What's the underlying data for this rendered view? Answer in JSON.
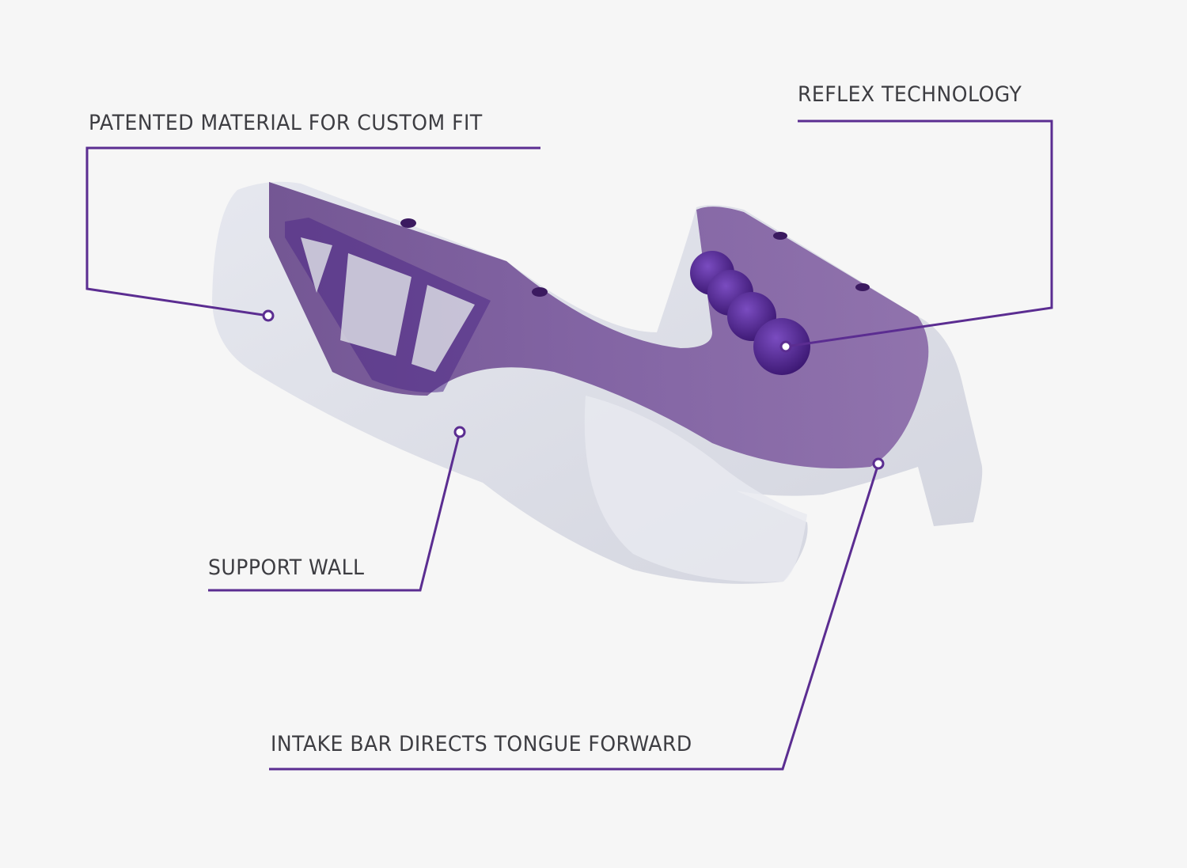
{
  "callouts": [
    {
      "id": "custom-fit",
      "label": "PATENTED MATERIAL FOR CUSTOM FIT"
    },
    {
      "id": "reflex",
      "label": "REFLEX TECHNOLOGY"
    },
    {
      "id": "support-wall",
      "label": "SUPPORT WALL"
    },
    {
      "id": "intake-bar",
      "label": "INTAKE BAR DIRECTS TONGUE FORWARD"
    }
  ],
  "colors": {
    "background": "#f6f6f6",
    "accent": "#5b2d91",
    "text": "#3d3d42"
  }
}
